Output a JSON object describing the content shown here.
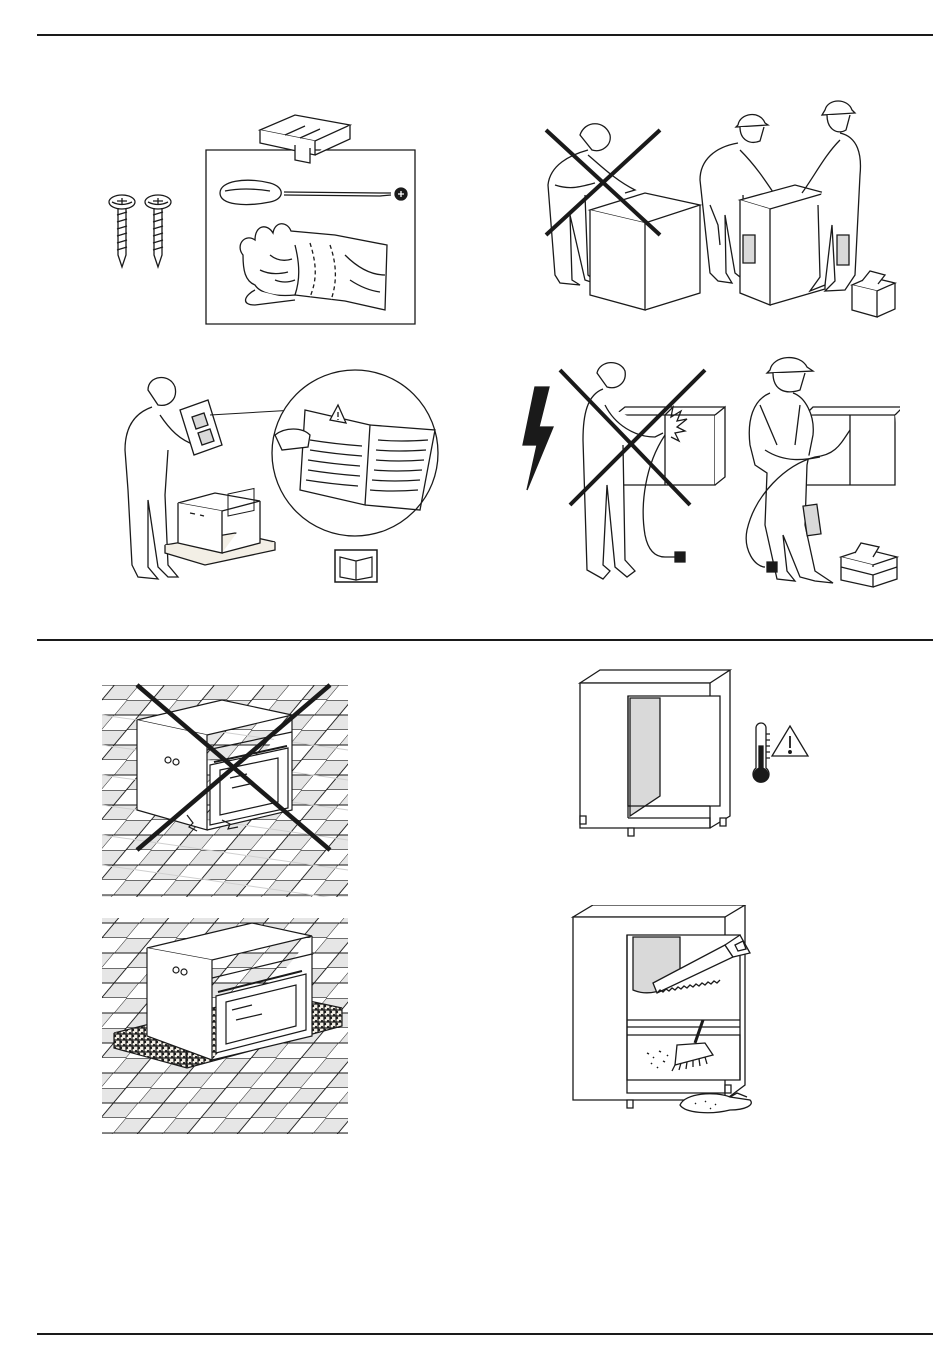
{
  "page": {
    "type": "installation-pictogram-sheet",
    "text_content": "none",
    "colors": {
      "ink": "#1a1a1a",
      "shade": "#d9d9d9",
      "tile": "#e6e6e6",
      "speckle": "#f3efe6"
    }
  },
  "sections": [
    {
      "name": "preparation",
      "panels": [
        {
          "name": "required-tools",
          "icons": [
            "screw-icon",
            "screw-icon",
            "toolbox-icon",
            "screwdriver-icon",
            "gloves-icon"
          ]
        },
        {
          "name": "two-person-lifting",
          "icons": [
            "single-person-lifting-crossed-icon",
            "two-workers-lifting-icon",
            "toolbox-icon"
          ]
        },
        {
          "name": "read-manual",
          "icons": [
            "person-reading-icon",
            "boxed-oven-icon",
            "manual-warning-icon",
            "book-icon"
          ]
        },
        {
          "name": "qualified-electrician",
          "icons": [
            "lightning-icon",
            "untrained-person-crossed-icon",
            "electrician-icon",
            "toolbox-icon"
          ]
        }
      ]
    },
    {
      "name": "handling-and-cabinet",
      "panels": [
        {
          "name": "oven-on-floor-crossed",
          "icons": [
            "oven-icon",
            "cross-mark-icon",
            "tiled-floor-icon"
          ]
        },
        {
          "name": "cabinet-heat-warning",
          "icons": [
            "cabinet-icon",
            "thermometer-icon",
            "warning-triangle-icon"
          ]
        },
        {
          "name": "oven-on-padding",
          "icons": [
            "oven-icon",
            "padding-base-icon",
            "tiled-floor-icon"
          ]
        },
        {
          "name": "cabinet-cutting-cleaning",
          "icons": [
            "cabinet-icon",
            "saw-icon",
            "brush-icon",
            "dustpan-icon"
          ]
        }
      ]
    }
  ]
}
